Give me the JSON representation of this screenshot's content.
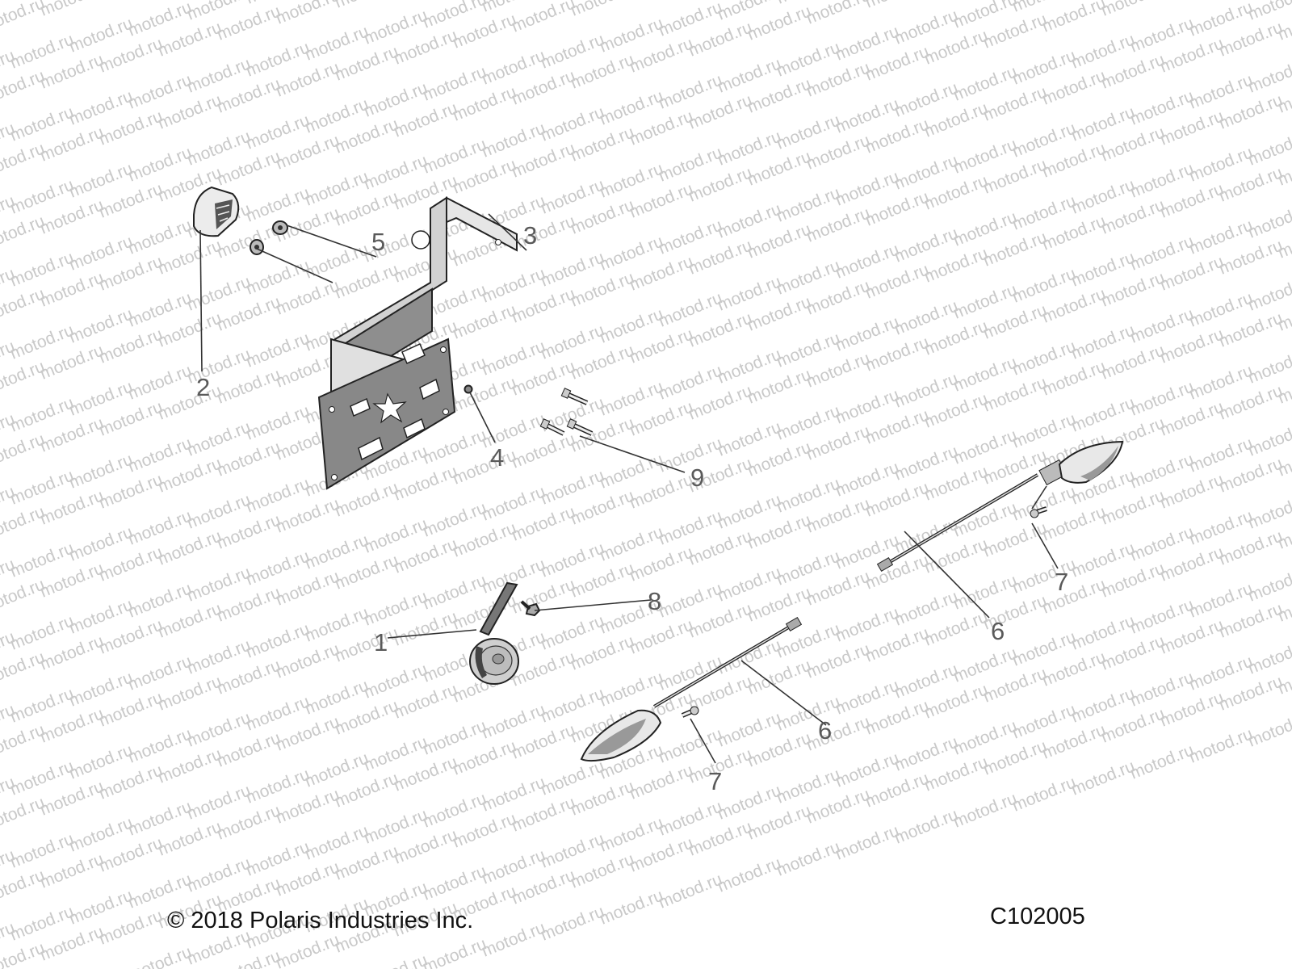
{
  "watermark": {
    "text": "motod.ru"
  },
  "callouts": {
    "c1": "1",
    "c2": "2",
    "c3": "3",
    "c4": "4",
    "c5": "5",
    "c6a": "6",
    "c6b": "6",
    "c7a": "7",
    "c7b": "7",
    "c8": "8",
    "c9": "9"
  },
  "footer": {
    "copyright": "© 2018 Polaris Industries Inc.",
    "diagram_id": "C102005"
  }
}
